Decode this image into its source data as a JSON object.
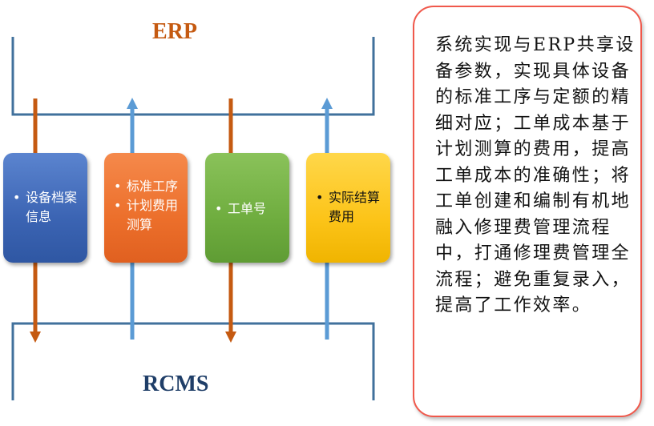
{
  "diagram": {
    "top_label": "ERP",
    "bottom_label": "RCMS",
    "boxes": [
      {
        "lines": [
          "设备档案信息"
        ],
        "color": "#3b64b3",
        "arrow": "down"
      },
      {
        "lines": [
          "标准工序",
          "计划费用测算"
        ],
        "color": "#ec6f2b",
        "arrow": "up"
      },
      {
        "lines": [
          "工单号"
        ],
        "color": "#6fad3f",
        "arrow": "down"
      },
      {
        "lines": [
          "实际结算费用"
        ],
        "color": "#fcc419",
        "arrow": "up"
      }
    ],
    "colors": {
      "frame": "#41719c",
      "arrow_down": "#c55a11",
      "arrow_up": "#5b9bd5"
    }
  },
  "description": {
    "text": "系统实现与ERP共享设备参数，实现具体设备的标准工序与定额的精细对应；工单成本基于计划测算的费用，提高工单成本的准确性；将工单创建和编制有机地融入修理费管理流程中，打通修理费管理全流程；避免重复录入，提高了工作效率。"
  }
}
